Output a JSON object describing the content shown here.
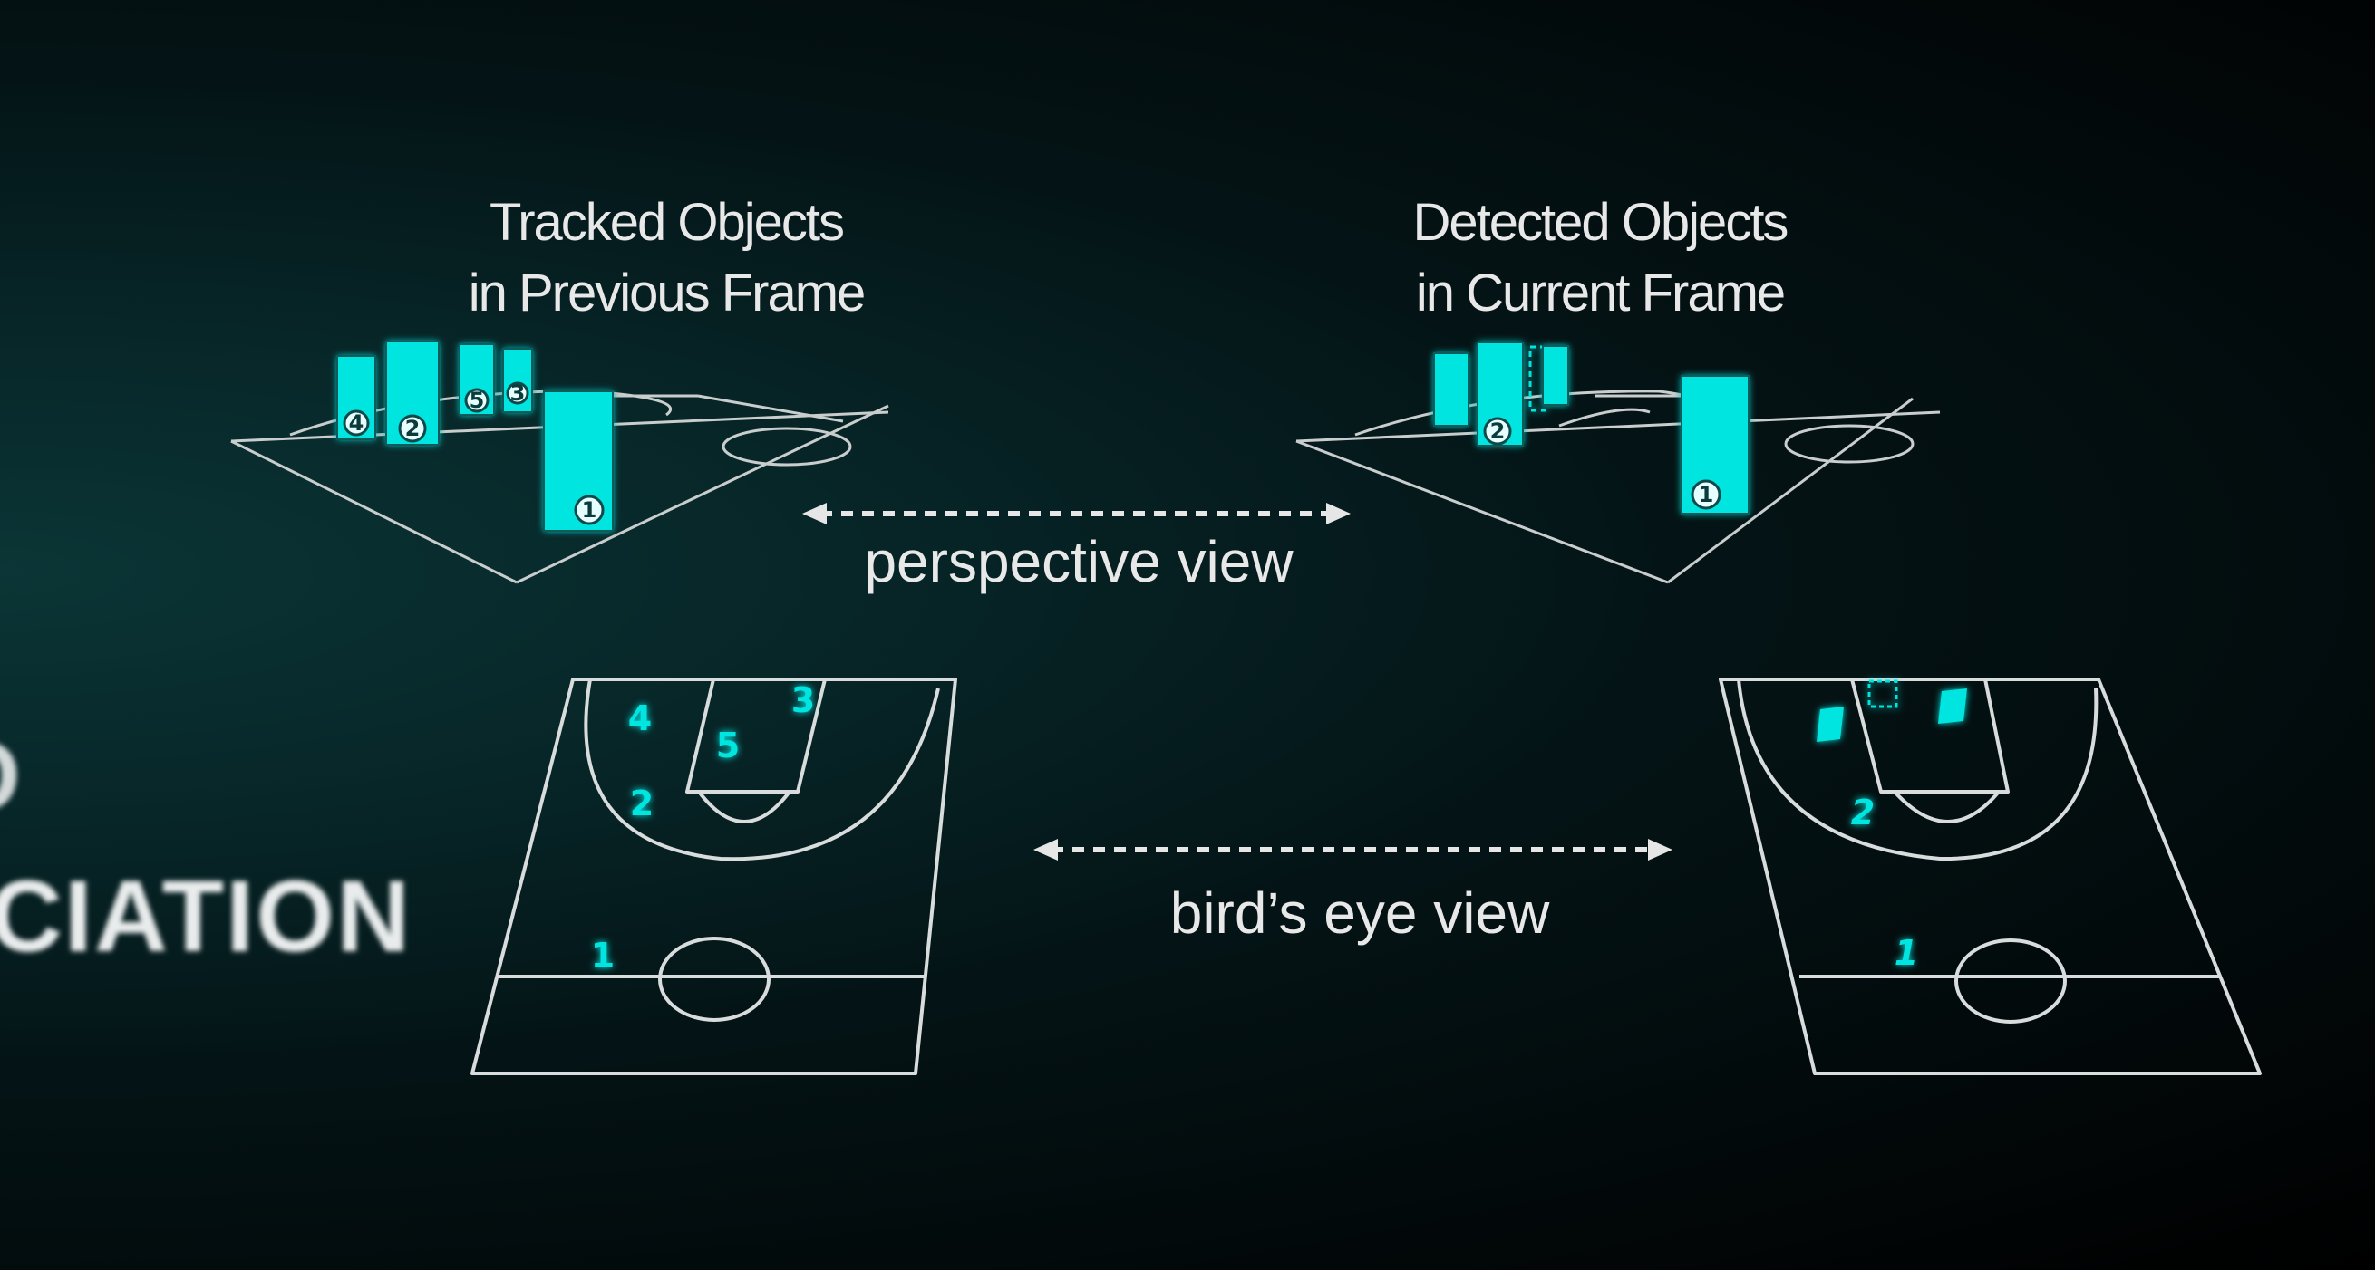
{
  "side_text": "CIATION",
  "side_fragment": "D",
  "left_title": {
    "line1": "Tracked Objects",
    "line2": "in Previous Frame"
  },
  "right_title": {
    "line1": "Detected Objects",
    "line2": "in Current Frame"
  },
  "perspective_label": "perspective view",
  "birdseye_label": "bird’s eye view",
  "tracked_players": [
    {
      "id": "4",
      "label": "4"
    },
    {
      "id": "2",
      "label": "2"
    },
    {
      "id": "5",
      "label": "5"
    },
    {
      "id": "3",
      "label": "3"
    },
    {
      "id": "1",
      "label": "1"
    }
  ],
  "detected_players": [
    {
      "id": "2",
      "label": "2"
    },
    {
      "id": "1",
      "label": "1"
    }
  ],
  "bev_left_numbers": [
    "4",
    "3",
    "5",
    "2",
    "1"
  ],
  "bev_right_numbers": [
    "2",
    "1"
  ],
  "colors": {
    "accent": "#00e5e0",
    "line": "#d8dcdc",
    "text": "#e8e8e8",
    "background": "#041416"
  }
}
